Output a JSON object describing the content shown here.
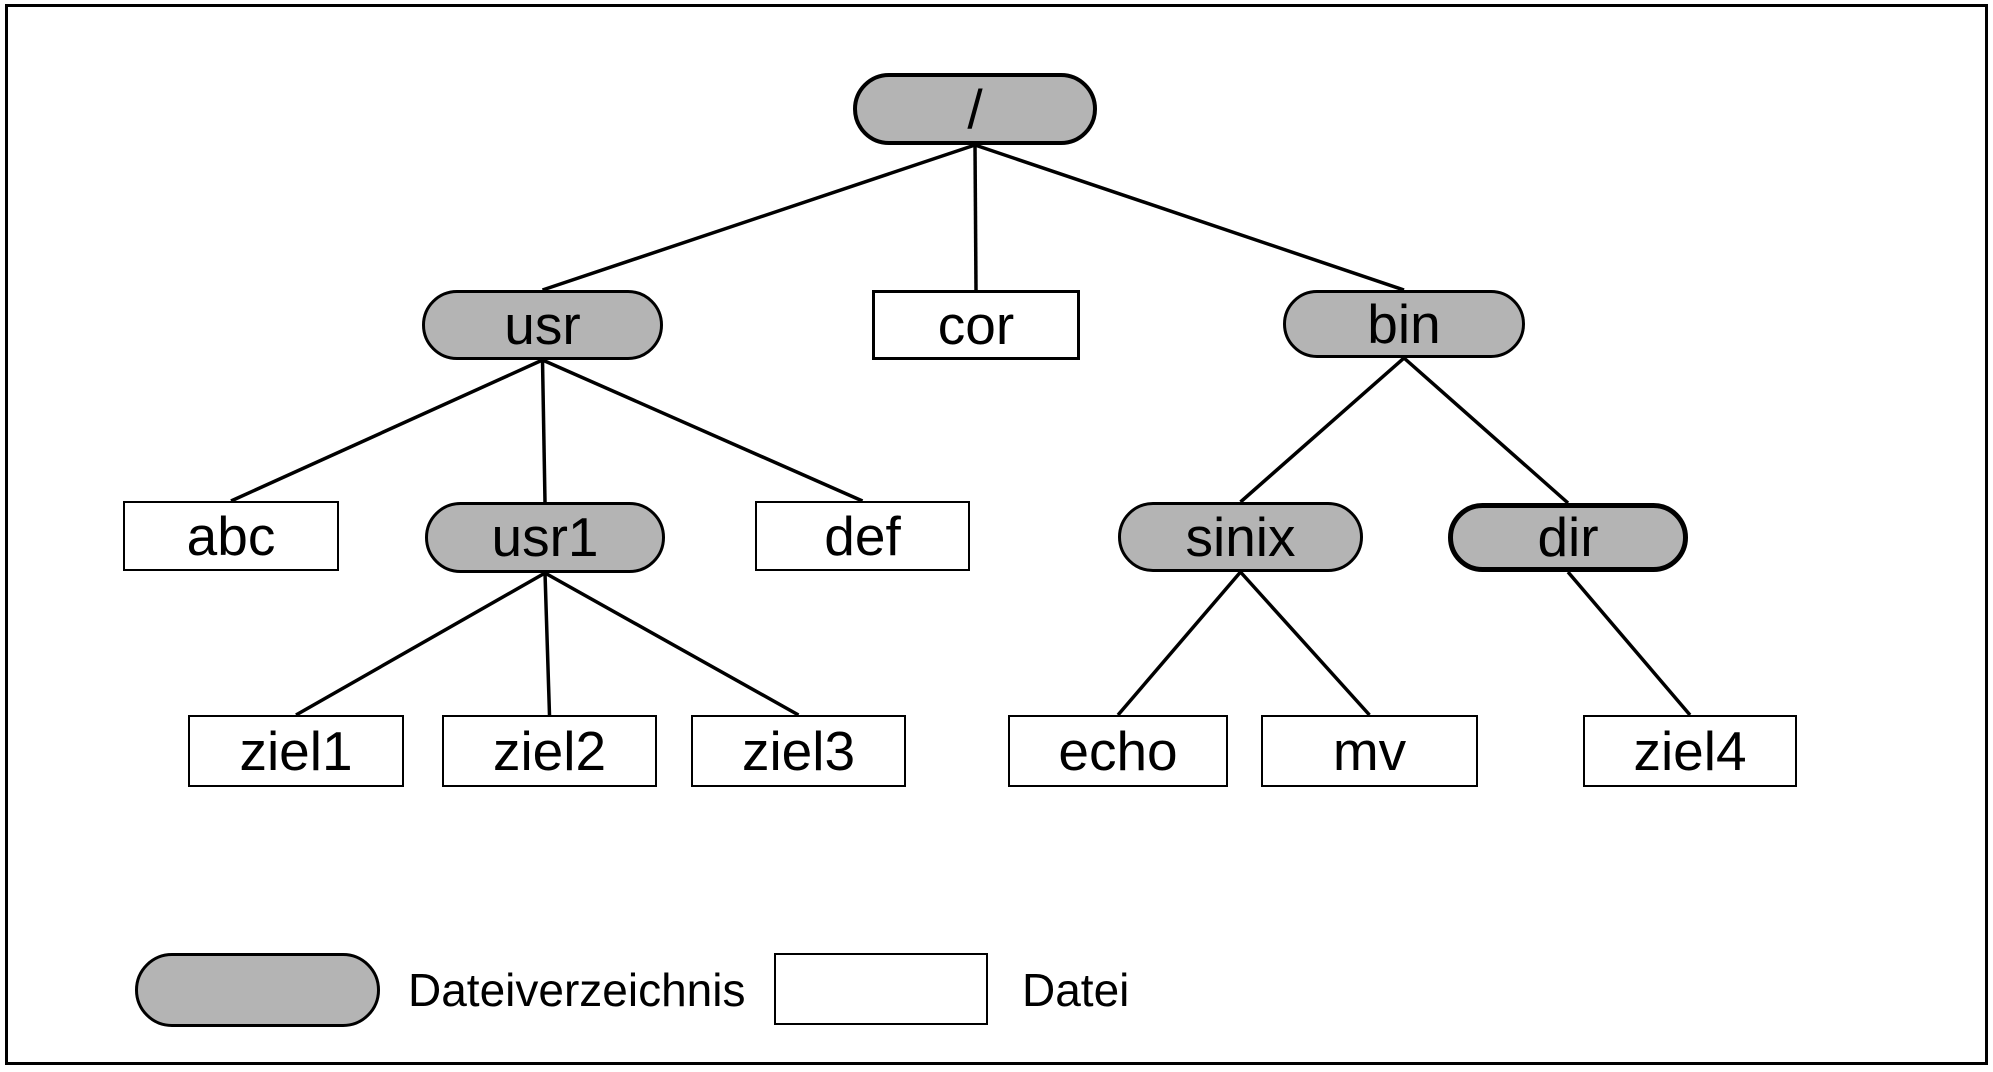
{
  "figure": {
    "background": "#ffffff",
    "line_color": "#000000",
    "directory_fill": "#b4b4b4",
    "file_fill": "#ffffff"
  },
  "tree": {
    "nodes": [
      {
        "id": "root",
        "label": "/",
        "type": "directory"
      },
      {
        "id": "usr",
        "label": "usr",
        "type": "directory"
      },
      {
        "id": "cor",
        "label": "cor",
        "type": "file"
      },
      {
        "id": "bin",
        "label": "bin",
        "type": "directory"
      },
      {
        "id": "abc",
        "label": "abc",
        "type": "file"
      },
      {
        "id": "usr1",
        "label": "usr1",
        "type": "directory"
      },
      {
        "id": "def",
        "label": "def",
        "type": "file"
      },
      {
        "id": "sinix",
        "label": "sinix",
        "type": "directory"
      },
      {
        "id": "dir",
        "label": "dir",
        "type": "directory"
      },
      {
        "id": "ziel1",
        "label": "ziel1",
        "type": "file"
      },
      {
        "id": "ziel2",
        "label": "ziel2",
        "type": "file"
      },
      {
        "id": "ziel3",
        "label": "ziel3",
        "type": "file"
      },
      {
        "id": "echo",
        "label": "echo",
        "type": "file"
      },
      {
        "id": "mv",
        "label": "mv",
        "type": "file"
      },
      {
        "id": "ziel4",
        "label": "ziel4",
        "type": "file"
      }
    ],
    "edges": [
      [
        "root",
        "usr"
      ],
      [
        "root",
        "cor"
      ],
      [
        "root",
        "bin"
      ],
      [
        "usr",
        "abc"
      ],
      [
        "usr",
        "usr1"
      ],
      [
        "usr",
        "def"
      ],
      [
        "usr1",
        "ziel1"
      ],
      [
        "usr1",
        "ziel2"
      ],
      [
        "usr1",
        "ziel3"
      ],
      [
        "bin",
        "sinix"
      ],
      [
        "bin",
        "dir"
      ],
      [
        "sinix",
        "echo"
      ],
      [
        "sinix",
        "mv"
      ],
      [
        "dir",
        "ziel4"
      ]
    ]
  },
  "legend": {
    "directory_label": "Dateiverzeichnis",
    "file_label": "Datei"
  }
}
